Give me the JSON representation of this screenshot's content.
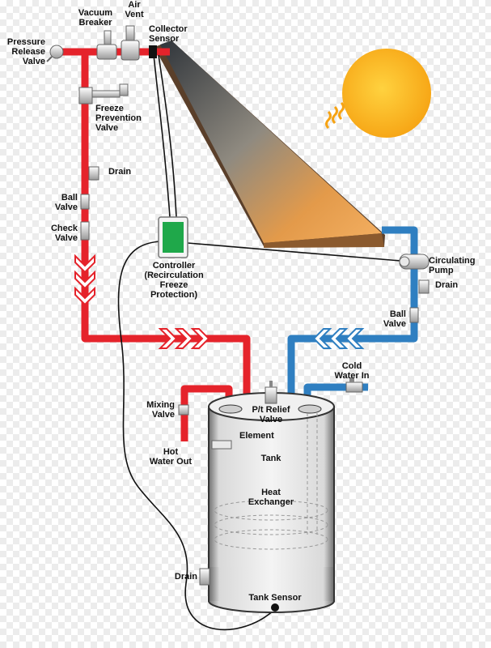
{
  "colors": {
    "hot_pipe": "#e5232b",
    "cold_pipe": "#2f7fc1",
    "sun": "#fbb517",
    "controller_screen": "#1fa84a",
    "collector_dark": "#3a3f45",
    "collector_light": "#f2a24c"
  },
  "labels": {
    "vacuum_breaker": "Vacuum\nBreaker",
    "air_vent": "Air\nVent",
    "collector_sensor": "Collector\nSensor",
    "pressure_release_valve": "Pressure\nRelease\nValve",
    "freeze_prevention_valve": "Freeze\nPrevention\nValve",
    "drain_top": "Drain",
    "ball_valve_left": "Ball\nValve",
    "check_valve": "Check\nValve",
    "controller": "Controller\n(Recirculation\nFreeze\nProtection)",
    "circulating_pump": "Circulating\nPump",
    "drain_right": "Drain",
    "ball_valve_right": "Ball\nValve",
    "cold_water_in": "Cold\nWater In",
    "mixing_valve": "Mixing\nValve",
    "pt_relief_valve": "P/t Relief\nValve",
    "element": "Element",
    "tank": "Tank",
    "heat_exchanger": "Heat\nExchanger",
    "hot_water_out": "Hot\nWater Out",
    "drain_bottom": "Drain",
    "tank_sensor": "Tank Sensor"
  },
  "icons": {
    "sun": "sun-icon",
    "collector": "solar-collector-icon",
    "controller": "controller-icon",
    "tank": "water-tank-icon"
  }
}
